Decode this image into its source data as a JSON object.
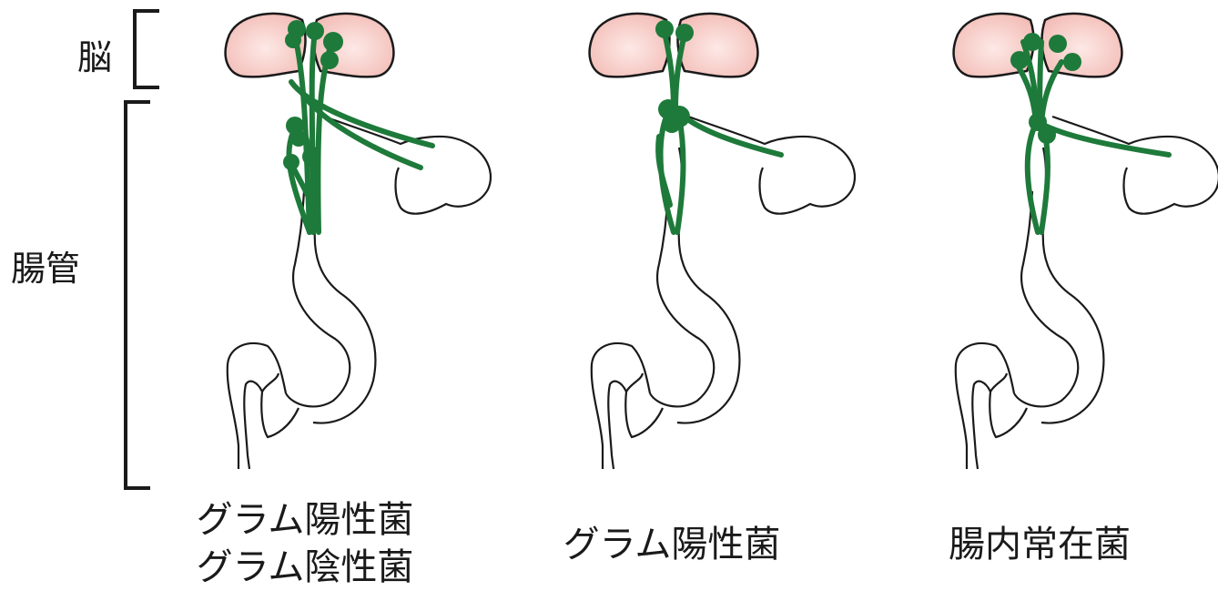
{
  "labels": {
    "brain": "脳",
    "gut": "腸管"
  },
  "panels": [
    {
      "caption_lines": [
        "グラム陽性菌",
        "グラム陰性菌"
      ]
    },
    {
      "caption_lines": [
        "グラム陽性菌"
      ]
    },
    {
      "caption_lines": [
        "腸内常在菌"
      ]
    }
  ],
  "colors": {
    "neuron": "#1e7a3a",
    "brain_fill": "#f6cfcb",
    "outline": "#1a1a1a"
  }
}
